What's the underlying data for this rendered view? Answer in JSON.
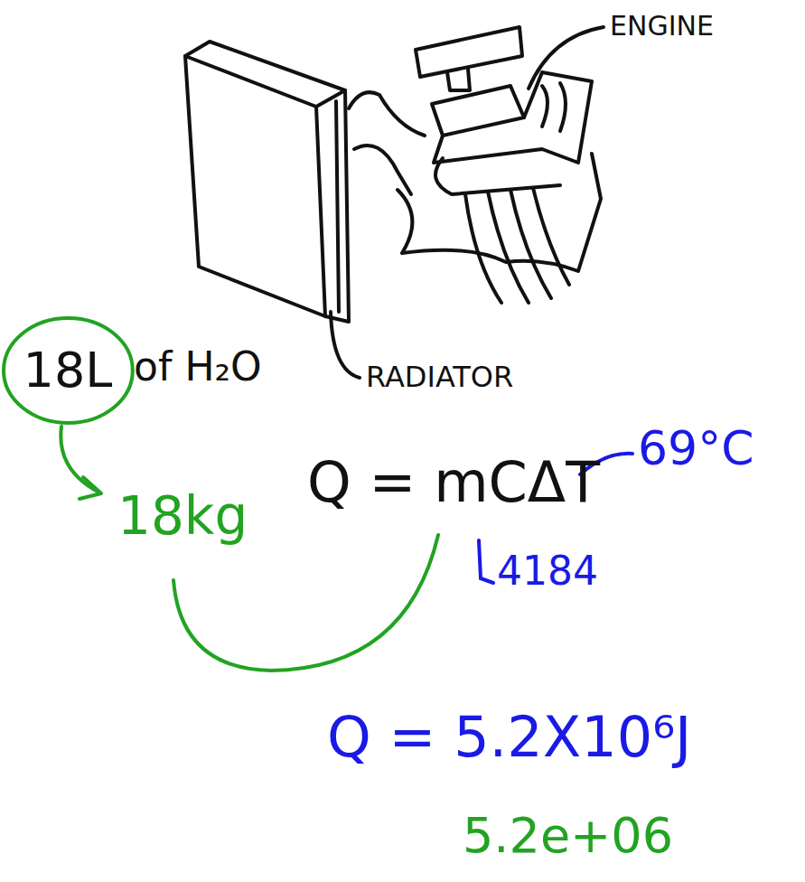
{
  "diagram": {
    "nodes": [
      {
        "text": [
          "18L"
        ]
      }
    ],
    "labels": [
      "ENGINE",
      "of H₂O",
      "RADIATOR",
      "69°C",
      "18kg",
      "Q = mCΔT",
      "4184",
      "Q = 5.2X10⁶J",
      "5.2e+06"
    ]
  }
}
